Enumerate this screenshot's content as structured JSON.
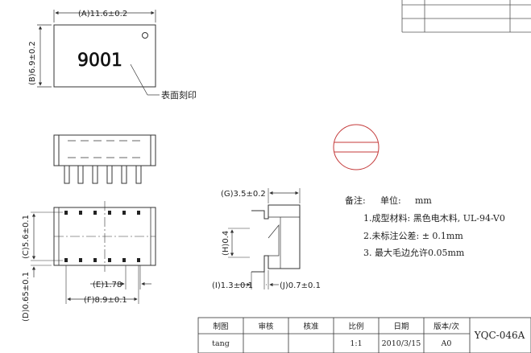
{
  "top_view": {
    "dim_a": "(A)11.6±0.2",
    "dim_b": "(B)6.9±0.2",
    "marking": "9001",
    "marking_note": "表面刻印"
  },
  "bottom_view": {
    "dim_c": "(C)5.6±0.1",
    "dim_d": "(D)0.65±0.1",
    "dim_e": "(E)1.78",
    "dim_f": "(F)8.9±0.1"
  },
  "side_view": {
    "dim_g": "(G)3.5±0.2",
    "dim_h": "(H)0.4",
    "dim_i": "(I)1.3±0.1",
    "dim_j": "(J)0.7±0.1"
  },
  "notes": {
    "heading": "备注:",
    "unit_label": "单位:",
    "unit_value": "mm",
    "lines": [
      "1.成型材料:  黑色电木料, UL-94-V0",
      "2.未标注公差:  ± 0.1mm",
      "3. 最大毛边允许0.05mm"
    ]
  },
  "title_block": {
    "headers": [
      "制图",
      "审核",
      "核准",
      "比例",
      "日期",
      "版本/次"
    ],
    "values": [
      "tang",
      "",
      "",
      "1:1",
      "2010/3/15",
      "A0"
    ],
    "drawing_number": "YQC-046A"
  }
}
